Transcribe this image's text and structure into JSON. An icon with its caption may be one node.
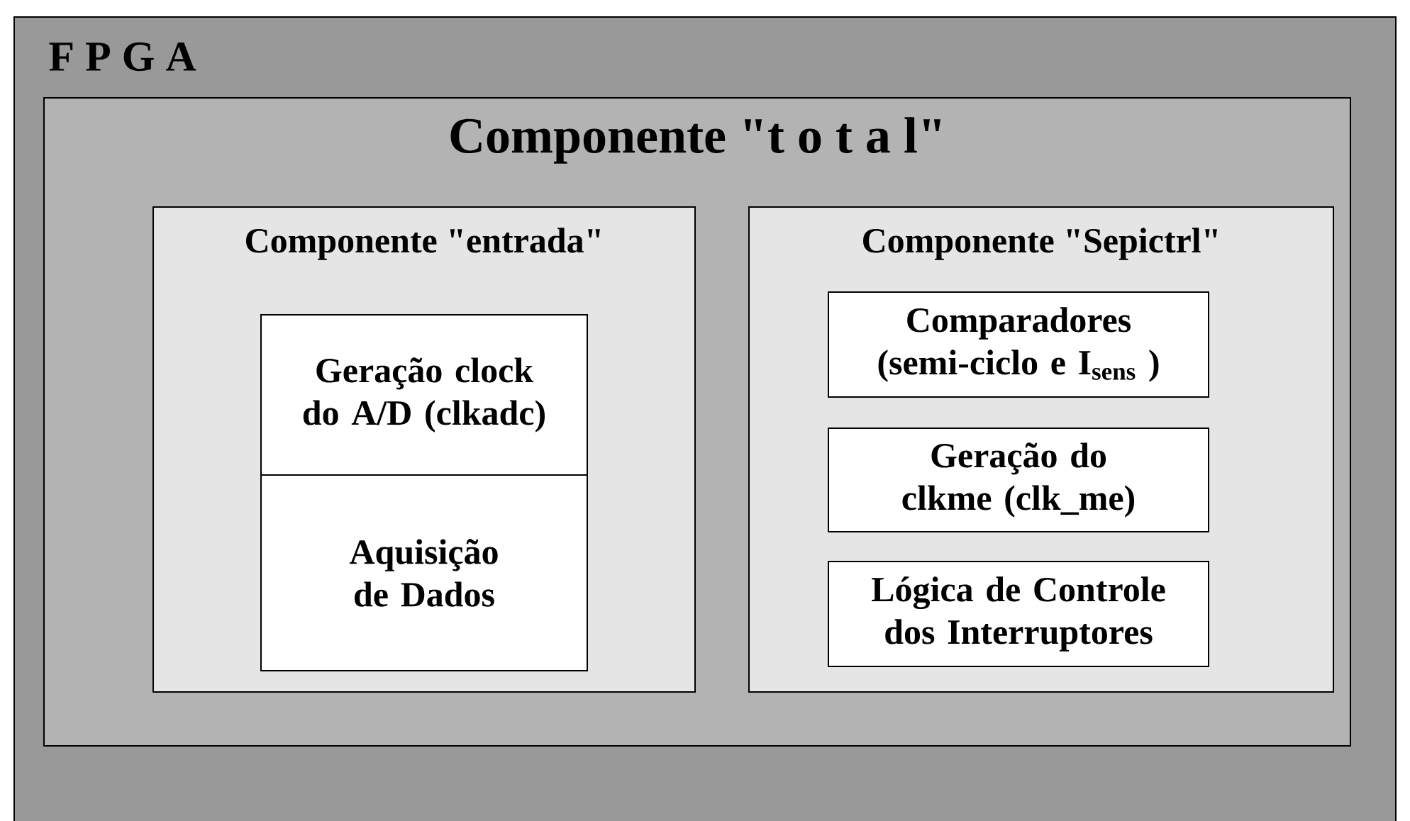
{
  "diagram": {
    "nodes": [
      {
        "text": [
          "F P G A"
        ]
      },
      {
        "text": [
          "Componente \"t o t a l\""
        ],
        "in": 0
      },
      {
        "text": [
          "Componente \"entrada\""
        ],
        "in": 1
      },
      {
        "text": [
          "Componente \"Sepictrl\""
        ],
        "in": 1
      },
      {
        "text": [
          "Geração clock do A/D (clkadc)"
        ],
        "in": 2
      },
      {
        "text": [
          "Aquisição de Dados"
        ],
        "in": 2
      },
      {
        "text": [
          "Comparadores (semi-ciclo e I$_{sens}$ )"
        ],
        "in": 3
      },
      {
        "text": [
          "Geração do clkme (clk_me)"
        ],
        "in": 3
      },
      {
        "text": [
          "Lógica de Controle dos Interruptores"
        ],
        "in": 3
      }
    ]
  }
}
